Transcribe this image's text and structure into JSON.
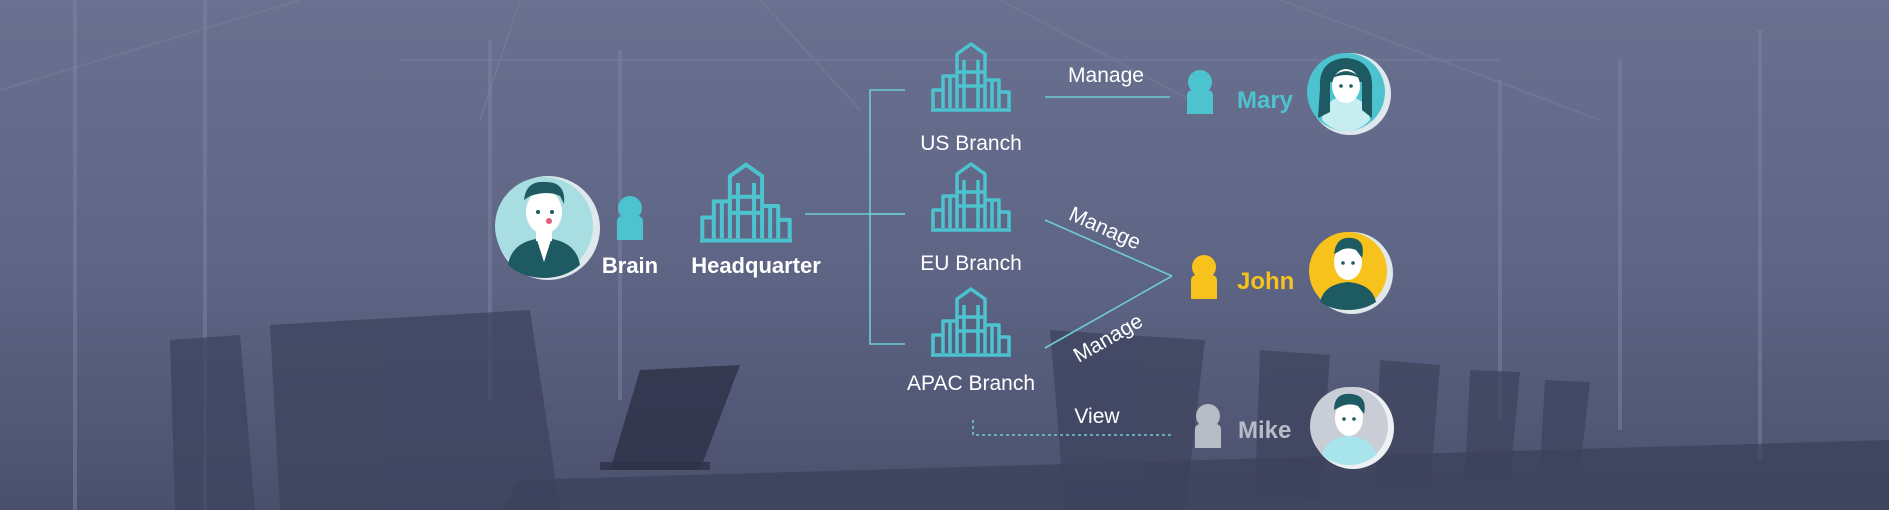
{
  "diagram": {
    "people": {
      "root": {
        "name": "Brain"
      },
      "mary": {
        "name": "Mary"
      },
      "john": {
        "name": "John"
      },
      "mike": {
        "name": "Mike"
      }
    },
    "headquarter": {
      "label": "Headquarter"
    },
    "branches": [
      {
        "label": "US Branch"
      },
      {
        "label": "EU Branch"
      },
      {
        "label": "APAC Branch"
      }
    ],
    "relations": {
      "us_to_mary": "Manage",
      "eu_to_john": "Manage",
      "apac_to_john": "Manage",
      "apac_to_mike": "View"
    }
  },
  "colors": {
    "teal": "#4cc3cf",
    "gold": "#f7c21b",
    "gray": "#b8bcc6",
    "line": "#6fcbd4",
    "background": "#5d6484",
    "dark_teal": "#1e5a62"
  },
  "icons": [
    "person-icon",
    "building-icon",
    "avatar-man",
    "avatar-woman"
  ]
}
